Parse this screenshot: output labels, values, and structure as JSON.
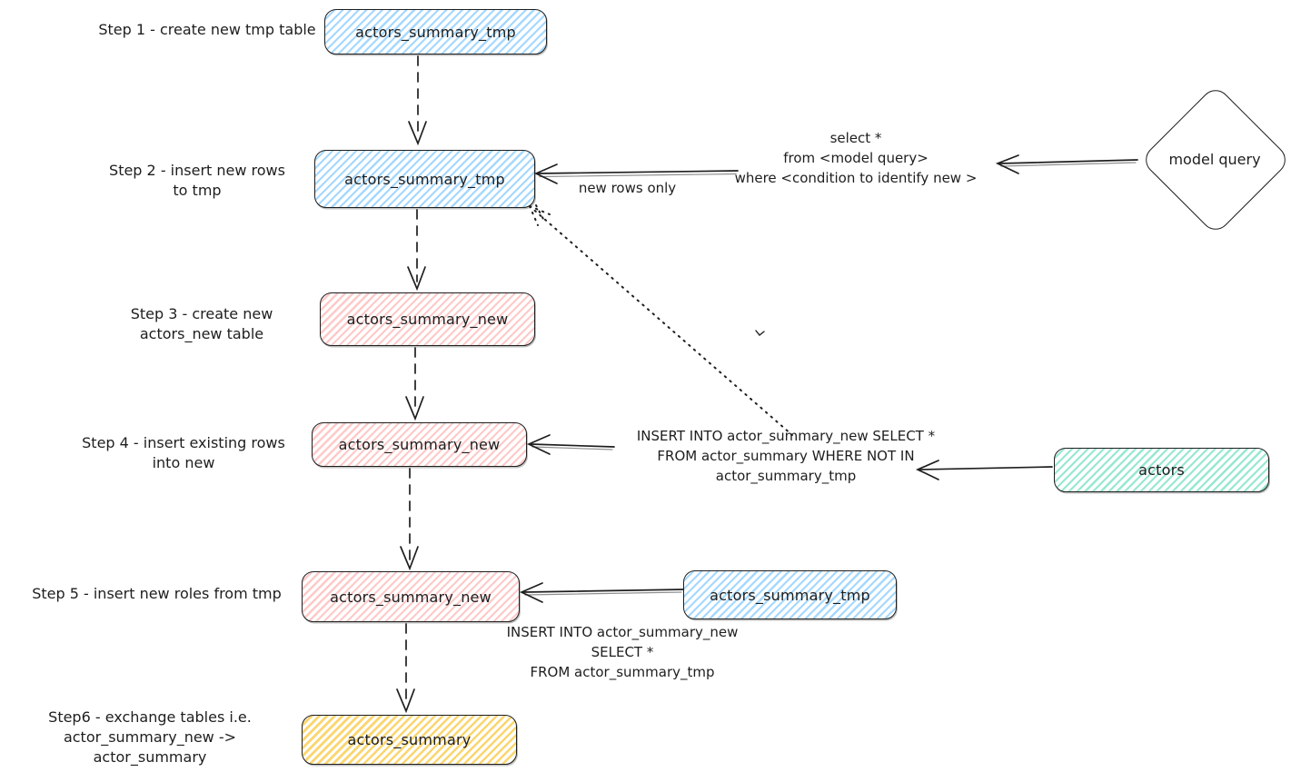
{
  "colors": {
    "stroke": "#1e1e1e",
    "blue": "#a5d8ff",
    "pink": "#ffc9c9",
    "teal": "#96e8cf",
    "yellow": "#fbd66e"
  },
  "nodes": {
    "step1_table": "actors_summary_tmp",
    "step2_table": "actors_summary_tmp",
    "step3_table": "actors_summary_new",
    "step4_table": "actors_summary_new",
    "step5_table": "actors_summary_new",
    "step6_table": "actors_summary",
    "actors_table": "actors",
    "tmp_source_table": "actors_summary_tmp",
    "model_query": "model query"
  },
  "step_labels": {
    "step1": [
      "Step 1 - create new tmp table"
    ],
    "step2": [
      "Step 2 - insert new rows",
      "to tmp"
    ],
    "step3": [
      "Step 3 - create new",
      "actors_new table"
    ],
    "step4": [
      "Step 4 - insert existing rows",
      "into new"
    ],
    "step5": [
      "Step 5 - insert new roles from tmp"
    ],
    "step6": [
      "Step6 - exchange tables i.e.",
      "actor_summary_new -> actor_summary"
    ]
  },
  "annotations": {
    "new_rows_only": "new rows only",
    "model_query_sql": [
      "select *",
      "from <model query>",
      "where <condition to identify new >"
    ],
    "insert_existing_sql": [
      "INSERT INTO actor_summary_new SELECT *",
      "FROM actor_summary WHERE NOT IN",
      "actor_summary_tmp"
    ],
    "insert_from_tmp_sql": [
      "INSERT INTO actor_summary_new",
      "SELECT *",
      "FROM actor_summary_tmp"
    ]
  }
}
